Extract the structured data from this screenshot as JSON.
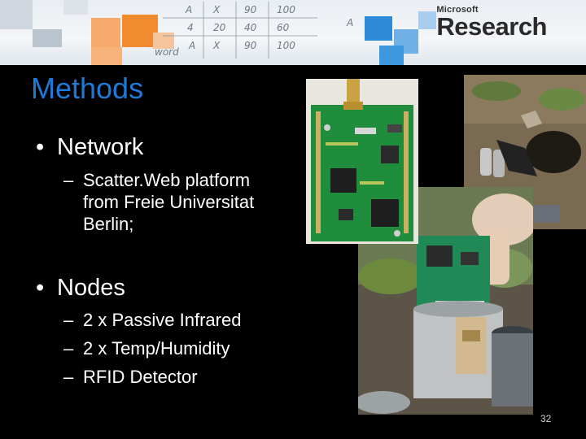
{
  "header": {
    "brand_small": "Microsoft",
    "brand_large": "Research",
    "handwriting": [
      "A",
      "X",
      "90",
      "100",
      "4",
      "20",
      "40",
      "60",
      "A",
      "X",
      "90",
      "100",
      "word",
      "A"
    ]
  },
  "slide": {
    "title": "Methods",
    "bullets": [
      {
        "label": "Network",
        "subs": [
          "Scatter.Web platform from Freie Universitat Berlin;"
        ]
      },
      {
        "label": "Nodes",
        "subs": [
          "2 x Passive Infrared",
          "2 x Temp/Humidity",
          "RFID Detector"
        ]
      }
    ],
    "network_sub_lines": [
      "Scatter.Web platform",
      "from Freie Universitat",
      "Berlin;"
    ],
    "page_number": "32"
  },
  "colors": {
    "title": "#1e7ad6",
    "background": "#000000",
    "accent_orange": "#f28a2e",
    "accent_blue": "#2d8ad8"
  },
  "images": [
    "circuit-board-photo",
    "field-sensor-photo",
    "sensor-enclosure-photo"
  ]
}
